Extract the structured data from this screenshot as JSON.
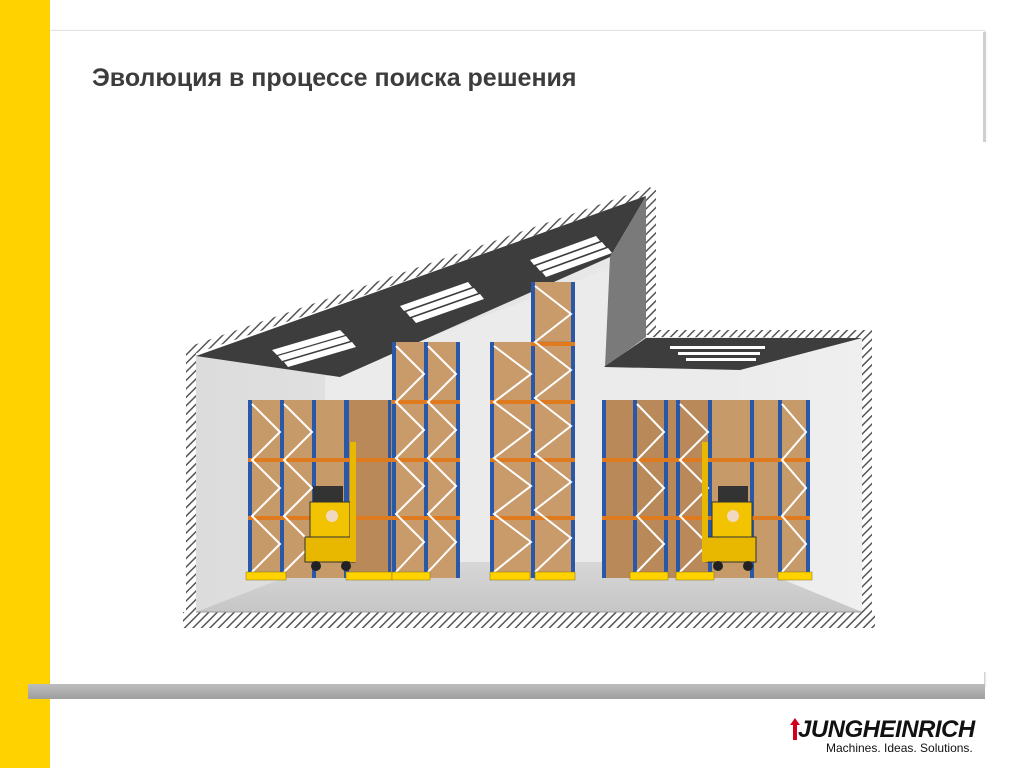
{
  "slide": {
    "title": "Эволюция в процессе поиска решения"
  },
  "logo": {
    "brand": "JUNGHEINRICH",
    "tagline": "Machines. Ideas. Solutions."
  },
  "colors": {
    "accent_yellow": "#ffd200",
    "rack_blue": "#2a58a8",
    "beam_orange": "#e07a1e",
    "logo_red": "#d2001e"
  },
  "icons": {
    "logo_mark": "red-arrow-icon",
    "forklift": "forklift-icon"
  }
}
